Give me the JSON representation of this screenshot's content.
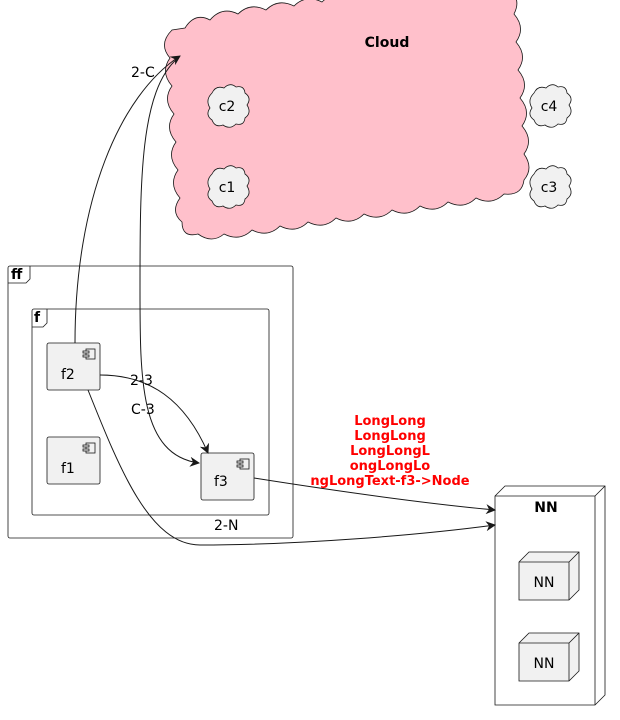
{
  "cloud": {
    "title": "Cloud",
    "fill": "#ffc0cb",
    "children": [
      "c2",
      "c4",
      "c1",
      "c3"
    ]
  },
  "frame_ff": {
    "title": "ff"
  },
  "frame_f": {
    "title": "f"
  },
  "components": [
    "f2",
    "f1",
    "f3"
  ],
  "node_nn": {
    "title": "NN",
    "children": [
      "NN",
      "NN"
    ]
  },
  "edges": {
    "f2_to_cloud": "2-C",
    "f2_to_f3": "2-3",
    "cloud_to_f3": "C-3",
    "f2_to_nn": "2-N",
    "f3_to_nn_lines": [
      "LongLong",
      "LongLong",
      "LongLongL",
      "ongLongLo",
      "ngLongText-f3->Node"
    ]
  },
  "colors": {
    "element_fill": "#f1f1f1",
    "stroke": "#181818",
    "edge_label_red": "#ff0000"
  }
}
